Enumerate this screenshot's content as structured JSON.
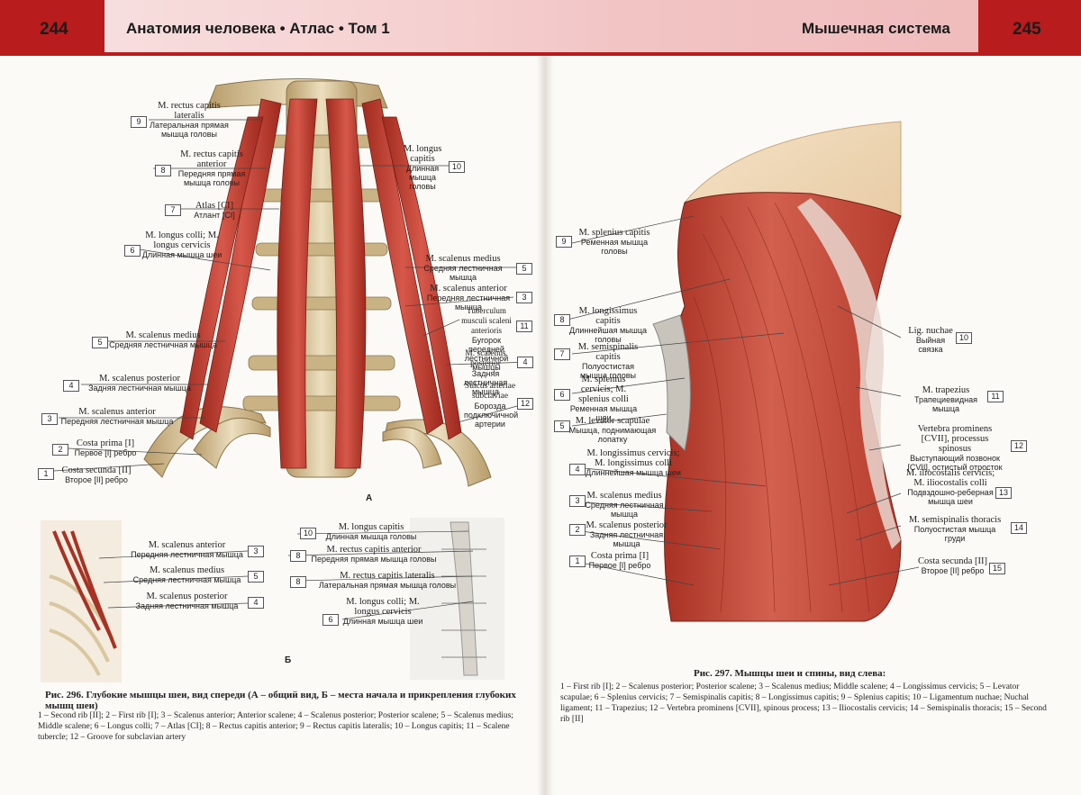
{
  "header": {
    "left_page_number": "244",
    "left_title": "Анатомия человека • Атлас • Том 1",
    "right_title": "Мышечная система",
    "right_page_number": "245"
  },
  "figure_296": {
    "letter_a": "А",
    "letter_b": "Б",
    "labels_a": [
      {
        "n": "9",
        "lat": "M. rectus capitis lateralis",
        "ru": "Латеральная прямая мышца головы"
      },
      {
        "n": "8",
        "lat": "M. rectus capitis anterior",
        "ru": "Передняя прямая мышца головы"
      },
      {
        "n": "7",
        "lat": "Atlas [CI]",
        "ru": "Атлант [CI]"
      },
      {
        "n": "6",
        "lat": "M. longus colli; M. longus cervicis",
        "ru": "Длинная мышца шеи"
      },
      {
        "n": "5",
        "lat": "M. scalenus medius",
        "ru": "Средняя лестничная мышца"
      },
      {
        "n": "4",
        "lat": "M. scalenus posterior",
        "ru": "Задняя лестничная мышца"
      },
      {
        "n": "3",
        "lat": "M. scalenus anterior",
        "ru": "Передняя лестничная мышца"
      },
      {
        "n": "2",
        "lat": "Costa prima [I]",
        "ru": "Первое [I] ребро"
      },
      {
        "n": "1",
        "lat": "Costa secunda [II]",
        "ru": "Второе [II] ребро"
      },
      {
        "n": "10",
        "lat": "M. longus capitis",
        "ru": "Длинная мышца головы"
      },
      {
        "n": "5",
        "lat": "M. scalenus medius",
        "ru": "Средняя лестничная мышца"
      },
      {
        "n": "3",
        "lat": "M. scalenus anterior",
        "ru": "Передняя лестничная мышца"
      },
      {
        "n": "11",
        "lat": "Tuberculum musculi scaleni anterioris",
        "ru": "Бугорок передней лестничной мышцы"
      },
      {
        "n": "4",
        "lat": "M. scalenus posterior",
        "ru": "Задняя лестничная мышца"
      },
      {
        "n": "12",
        "lat": "Sulcus arteriae subclaviae",
        "ru": "Борозда подключичной артерии"
      }
    ],
    "labels_b": [
      {
        "n": "3",
        "lat": "M. scalenus anterior",
        "ru": "Передняя лестничная мышца"
      },
      {
        "n": "5",
        "lat": "M. scalenus medius",
        "ru": "Средняя лестничная мышца"
      },
      {
        "n": "4",
        "lat": "M. scalenus posterior",
        "ru": "Задняя лестничная мышца"
      },
      {
        "n": "10",
        "lat": "M. longus capitis",
        "ru": "Длинная мышца головы"
      },
      {
        "n": "8",
        "lat": "M. rectus capitis anterior",
        "ru": "Передняя прямая мышца головы"
      },
      {
        "n": "8",
        "lat": "M. rectus capitis lateralis",
        "ru": "Латеральная прямая мышца головы"
      },
      {
        "n": "6",
        "lat": "M. longus colli; M. longus cervicis",
        "ru": "Длинная мышца шеи"
      }
    ],
    "caption": "Рис. 296. Глубокие мышцы шеи, вид спереди (А – общий вид, Б – места начала и прикрепления глубоких мышц шеи)",
    "legend": "1 – Second rib [II]; 2 – First rib [I]; 3 – Scalenus anterior; Anterior scalene; 4 – Scalenus posterior; Posterior scalene; 5 – Scalenus medius; Middle scalene; 6 – Longus colli; 7 – Atlas [CI]; 8 – Rectus capitis anterior; 9 – Rectus capitis lateralis; 10 – Longus capitis; 11 – Scalene tubercle; 12 – Groove for subclavian artery"
  },
  "figure_297": {
    "labels": [
      {
        "n": "9",
        "lat": "M. splenius capitis",
        "ru": "Ременная мышца головы"
      },
      {
        "n": "8",
        "lat": "M. longissimus capitis",
        "ru": "Длиннейшая мышца головы"
      },
      {
        "n": "7",
        "lat": "M. semispinalis capitis",
        "ru": "Полуостистая мышца головы"
      },
      {
        "n": "6",
        "lat": "M. splenius cervicis; M. splenius colli",
        "ru": "Ременная мышца шеи"
      },
      {
        "n": "5",
        "lat": "M. levator scapulae",
        "ru": "Мышца, поднимающая лопатку"
      },
      {
        "n": "4",
        "lat": "M. longissimus cervicis; M. longissimus colli",
        "ru": "Длиннейшая мышца шеи"
      },
      {
        "n": "3",
        "lat": "M. scalenus medius",
        "ru": "Средняя лестничная мышца"
      },
      {
        "n": "2",
        "lat": "M. scalenus posterior",
        "ru": "Задняя лестничная мышца"
      },
      {
        "n": "1",
        "lat": "Costa prima [I]",
        "ru": "Первое [I] ребро"
      },
      {
        "n": "10",
        "lat": "Lig. nuchae",
        "ru": "Выйная связка"
      },
      {
        "n": "11",
        "lat": "M. trapezius",
        "ru": "Трапециевидная мышца"
      },
      {
        "n": "12",
        "lat": "Vertebra prominens [CVII], processus spinosus",
        "ru": "Выступающий позвонок [CVII], остистый отросток"
      },
      {
        "n": "13",
        "lat": "M. iliocostalis cervicis; M. iliocostalis colli",
        "ru": "Подвздошно-реберная мышца шеи"
      },
      {
        "n": "14",
        "lat": "M. semispinalis thoracis",
        "ru": "Полуостистая мышца груди"
      },
      {
        "n": "15",
        "lat": "Costa secunda [II]",
        "ru": "Второе [II] ребро"
      }
    ],
    "caption": "Рис. 297. Мышцы шеи и спины, вид слева:",
    "legend": "1 – First rib [I]; 2 – Scalenus posterior; Posterior scalene; 3 – Scalenus medius; Middle scalene; 4 – Longissimus cervicis; 5 – Levator scapulae; 6 – Splenius cervicis; 7 – Semispinalis capitis; 8 – Longissimus capitis; 9 – Splenius capitis; 10 – Ligamentum nuchae; Nuchal ligament; 11 – Trapezius; 12 – Vertebra prominens [CVII], spinous process; 13 – Iliocostalis cervicis; 14 – Semispinalis thoracis; 15 – Second rib [II]"
  },
  "colors": {
    "header_red": "#b81c1c",
    "muscle": "#c0392b",
    "bone": "#d9c7a0"
  }
}
